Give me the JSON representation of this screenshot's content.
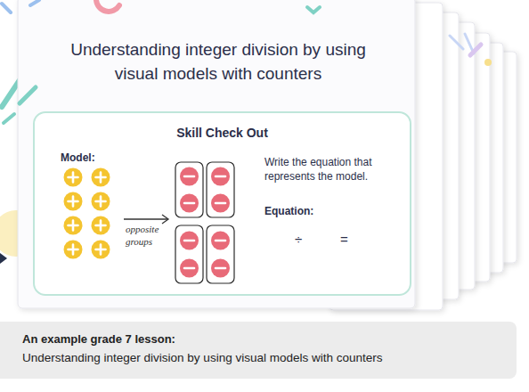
{
  "diagram": {
    "title": "Understanding integer division by using visual models with counters",
    "nodes": [
      {
        "text": [
          "Skill Check Out"
        ]
      },
      {
        "text": [
          "An example grade 7 lesson:",
          "Understanding integer division by using visual models with counters"
        ]
      }
    ],
    "labels": [
      "Model:",
      "opposite groups",
      "Write the equation that represents the model.",
      "Equation:",
      "÷",
      "="
    ]
  }
}
